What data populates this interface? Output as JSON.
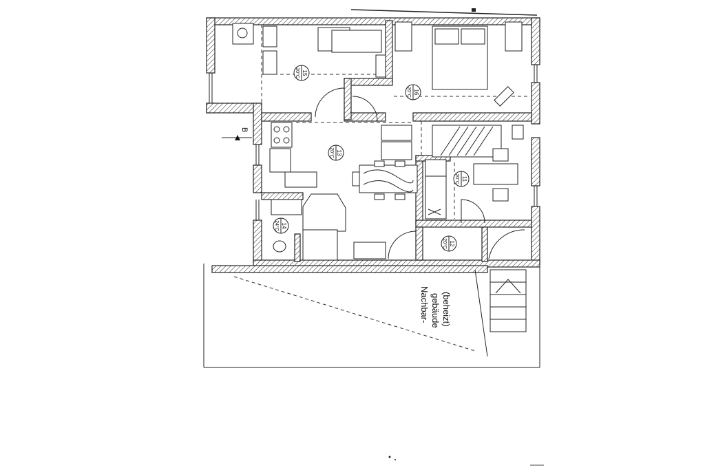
{
  "section_marker": "B",
  "neighbor_label": {
    "line1": "Nachbar-",
    "line2": "gebäude",
    "line3": "(beheizt)"
  },
  "rooms": [
    {
      "number": "15",
      "temperature": "20°C"
    },
    {
      "number": "16",
      "temperature": "20°C"
    },
    {
      "number": "13",
      "temperature": "20°C"
    },
    {
      "number": "11",
      "temperature": "20°C"
    },
    {
      "number": "14",
      "temperature": "24°C"
    },
    {
      "number": "12",
      "temperature": "20°C"
    }
  ],
  "colors": {
    "line": "#222222",
    "background": "#ffffff"
  }
}
